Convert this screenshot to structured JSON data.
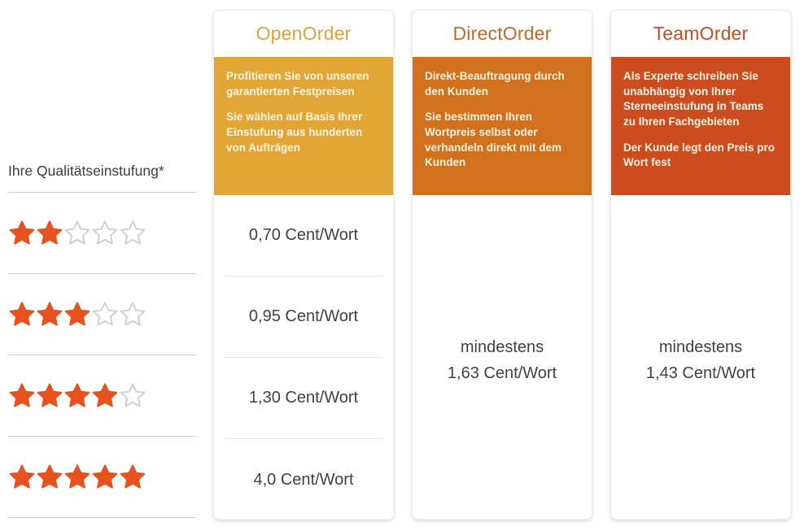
{
  "colors": {
    "star_filled": "#e5521d",
    "star_empty_fill": "#ffffff",
    "star_empty_stroke": "#cdd0d4"
  },
  "left_panel": {
    "label": "Ihre Qualitätseinstufung*"
  },
  "quality_rows": [
    {
      "stars": 2,
      "open_order_price": "0,70 Cent/Wort"
    },
    {
      "stars": 3,
      "open_order_price": "0,95 Cent/Wort"
    },
    {
      "stars": 4,
      "open_order_price": "1,30 Cent/Wort"
    },
    {
      "stars": 5,
      "open_order_price": "4,0 Cent/Wort"
    }
  ],
  "columns": {
    "open_order": {
      "title": "OpenOrder",
      "title_color": "#e0a23b",
      "box_color": "#e2a636",
      "description": [
        "Profitieren Sie von unseren garantierten Festpreisen",
        "Sie wählen auf Basis Ihrer Einstufung aus hunderten von Aufträgen"
      ]
    },
    "direct_order": {
      "title": "DirectOrder",
      "title_color": "#c46a28",
      "box_color": "#d2711d",
      "description": [
        "Direkt-Beauftragung durch den Kunden",
        "Sie bestimmen Ihren Wortpreis selbst oder verhandeln direkt mit dem Kunden"
      ],
      "price_prefix": "mindestens",
      "price_value": "1,63 Cent/Wort"
    },
    "team_order": {
      "title": "TeamOrder",
      "title_color": "#c34d28",
      "box_color": "#cc4c20",
      "description": [
        "Als Experte schreiben Sie unabhängig von Ihrer Sterneeinstufung in Teams zu Ihren Fachgebieten",
        "Der Kunde legt den Preis pro Wort fest"
      ],
      "price_prefix": "mindestens",
      "price_value": "1,43 Cent/Wort"
    }
  }
}
